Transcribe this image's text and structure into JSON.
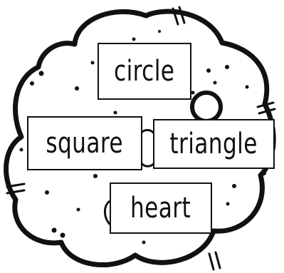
{
  "words": {
    "circle": "circle",
    "square": "square",
    "triangle": "triangle",
    "heart": "heart"
  },
  "colors": {
    "ink": "#111111",
    "paper": "#ffffff"
  }
}
